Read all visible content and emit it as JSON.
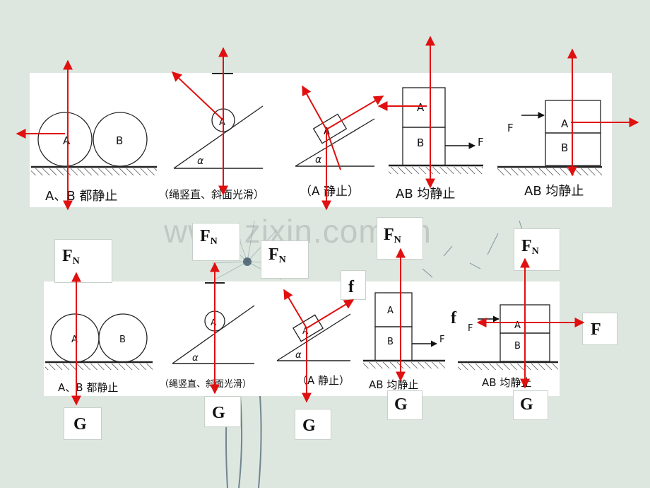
{
  "watermark": "www.zixin.com.cn",
  "top_row": {
    "captions": [
      "A、B 都静止",
      "（绳竖直、斜面光滑）",
      "（A 静止）",
      "AB 均静止",
      "AB 均静止"
    ],
    "body_labels": {
      "a": "A",
      "b": "B",
      "alpha": "α",
      "f": "F"
    }
  },
  "bottom_row": {
    "captions": [
      "A、B 都静止",
      "（绳竖直、斜面光滑）",
      "（A 静止）",
      "AB 均静止",
      "AB 均静止"
    ],
    "body_labels": {
      "a": "A",
      "b": "B",
      "alpha": "α",
      "f": "F"
    }
  },
  "force_labels": {
    "fn": "F",
    "fn_sub": "N",
    "g": "G",
    "f_friction": "f",
    "f_applied": "F"
  },
  "colors": {
    "arrow": "#e01010",
    "line": "#222222",
    "background": "#dde7e0"
  }
}
